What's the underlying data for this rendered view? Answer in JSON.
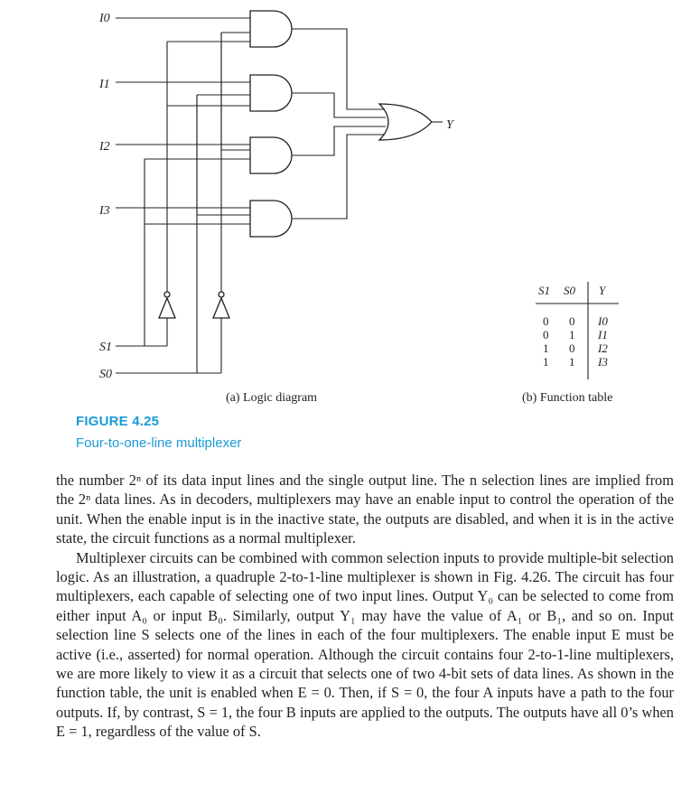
{
  "diagram": {
    "inputs": [
      "I0",
      "I1",
      "I2",
      "I3"
    ],
    "selects": [
      "S1",
      "S0"
    ],
    "output": "Y",
    "sub_caption_a": "(a) Logic diagram"
  },
  "function_table": {
    "headers": [
      "S1",
      "S0",
      "Y"
    ],
    "rows": [
      [
        "0",
        "0",
        "I0"
      ],
      [
        "0",
        "1",
        "I1"
      ],
      [
        "1",
        "0",
        "I2"
      ],
      [
        "1",
        "1",
        "I3"
      ]
    ],
    "sub_caption_b": "(b) Function table"
  },
  "figure": {
    "number": "FIGURE 4.25",
    "title": "Four-to-one-line multiplexer"
  },
  "body": {
    "paragraphs": [
      "the number 2ⁿ of its data input lines and the single output line. The n selection lines are implied from the 2ⁿ data lines. As in decoders, multiplexers may have an enable input to control the operation of the unit. When the enable input is in the inactive state, the outputs are disabled, and when it is in the active state, the circuit functions as a normal multiplexer.",
      "Multiplexer circuits can be combined with common selection inputs to provide multiple-bit selection logic. As an illustration, a quadruple 2-to-1-line multiplexer is shown in Fig. 4.26. The circuit has four multiplexers, each capable of selecting one of two input lines. Output Y₀ can be selected to come from either input A₀ or input B₀. Similarly, output Y₁ may have the value of A₁ or B₁, and so on. Input selection line S selects one of the lines in each of the four multiplexers. The enable input E must be active (i.e., asserted) for normal operation. Although the circuit contains four 2-to-1-line multiplexers, we are more likely to view it as a circuit that selects one of two 4-bit sets of data lines. As shown in the function table, the unit is enabled when E = 0. Then, if S = 0, the four A inputs have a path to the four outputs. If, by contrast, S = 1, the four B inputs are applied to the outputs. The outputs have all 0’s when E = 1, regardless of the value of S."
    ]
  }
}
